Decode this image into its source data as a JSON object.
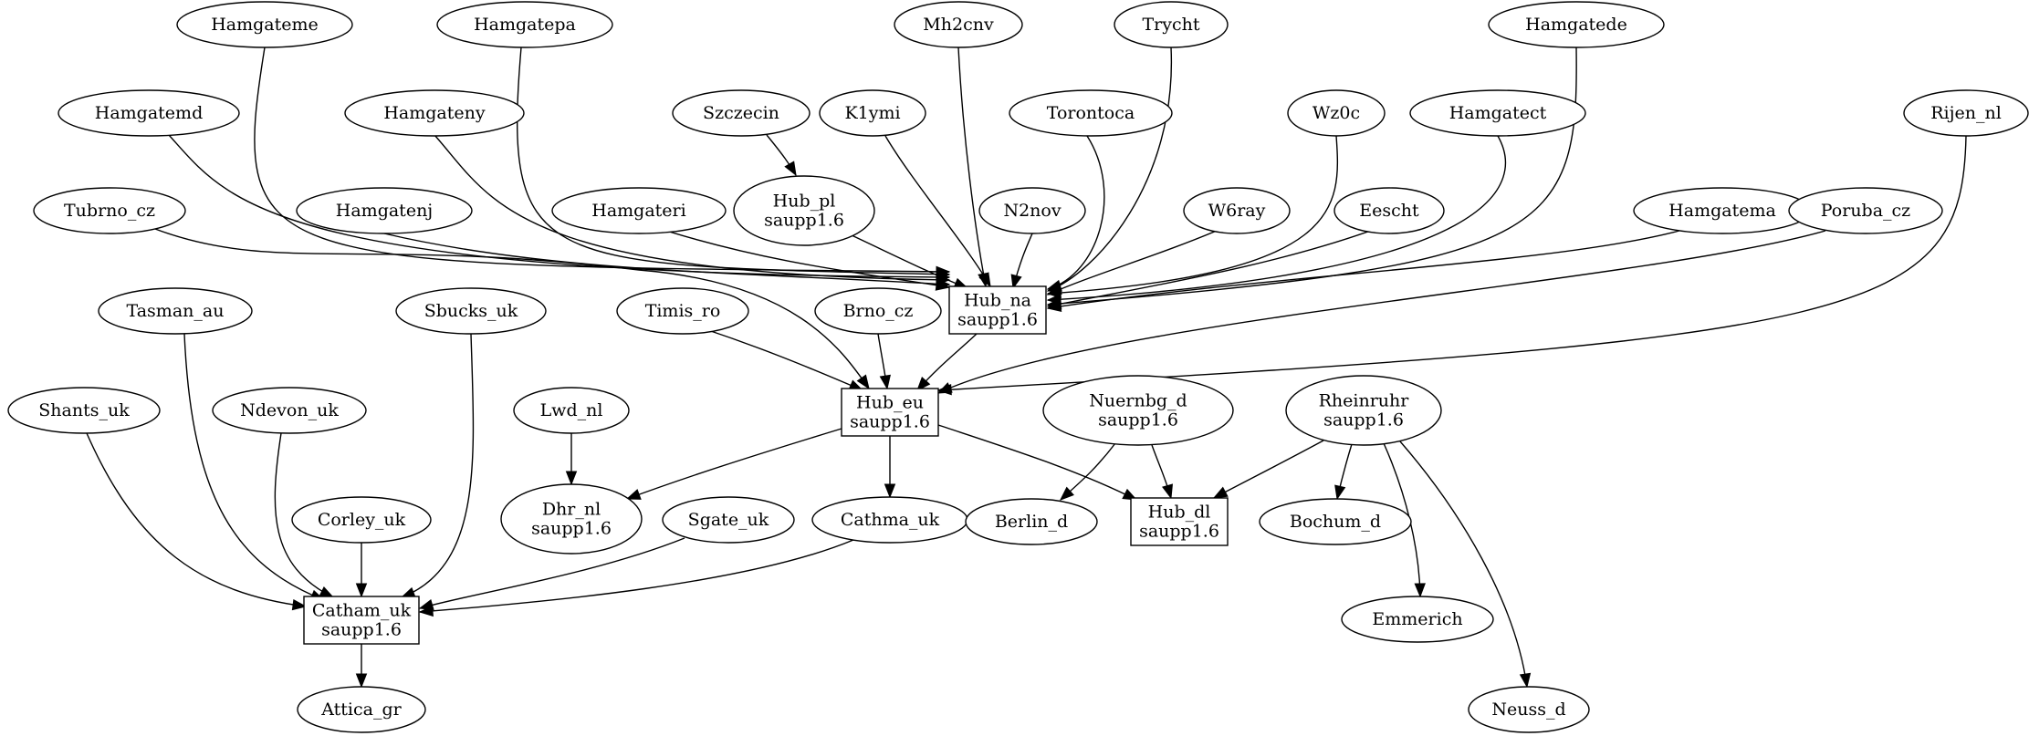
{
  "graph": {
    "kind": "directed-graph",
    "nodes": [
      {
        "id": "hamgateme",
        "shape": "ellipse",
        "lines": [
          "Hamgateme"
        ]
      },
      {
        "id": "hamgatepa",
        "shape": "ellipse",
        "lines": [
          "Hamgatepa"
        ]
      },
      {
        "id": "mh2cnv",
        "shape": "ellipse",
        "lines": [
          "Mh2cnv"
        ]
      },
      {
        "id": "trycht",
        "shape": "ellipse",
        "lines": [
          "Trycht"
        ]
      },
      {
        "id": "hamgatede",
        "shape": "ellipse",
        "lines": [
          "Hamgatede"
        ]
      },
      {
        "id": "hamgatemd",
        "shape": "ellipse",
        "lines": [
          "Hamgatemd"
        ]
      },
      {
        "id": "hamgateny",
        "shape": "ellipse",
        "lines": [
          "Hamgateny"
        ]
      },
      {
        "id": "szczecin",
        "shape": "ellipse",
        "lines": [
          "Szczecin"
        ]
      },
      {
        "id": "k1ymi",
        "shape": "ellipse",
        "lines": [
          "K1ymi"
        ]
      },
      {
        "id": "torontoca",
        "shape": "ellipse",
        "lines": [
          "Torontoca"
        ]
      },
      {
        "id": "wz0c",
        "shape": "ellipse",
        "lines": [
          "Wz0c"
        ]
      },
      {
        "id": "hamgatect",
        "shape": "ellipse",
        "lines": [
          "Hamgatect"
        ]
      },
      {
        "id": "rijen_nl",
        "shape": "ellipse",
        "lines": [
          "Rijen_nl"
        ]
      },
      {
        "id": "tubrno_cz",
        "shape": "ellipse",
        "lines": [
          "Tubrno_cz"
        ]
      },
      {
        "id": "hamgatenj",
        "shape": "ellipse",
        "lines": [
          "Hamgatenj"
        ]
      },
      {
        "id": "hamgateri",
        "shape": "ellipse",
        "lines": [
          "Hamgateri"
        ]
      },
      {
        "id": "hub_pl",
        "shape": "ellipse",
        "lines": [
          "Hub_pl",
          "saupp1.6"
        ]
      },
      {
        "id": "n2nov",
        "shape": "ellipse",
        "lines": [
          "N2nov"
        ]
      },
      {
        "id": "w6ray",
        "shape": "ellipse",
        "lines": [
          "W6ray"
        ]
      },
      {
        "id": "eescht",
        "shape": "ellipse",
        "lines": [
          "Eescht"
        ]
      },
      {
        "id": "hamgatema",
        "shape": "ellipse",
        "lines": [
          "Hamgatema"
        ]
      },
      {
        "id": "poruba_cz",
        "shape": "ellipse",
        "lines": [
          "Poruba_cz"
        ]
      },
      {
        "id": "hub_na",
        "shape": "box",
        "lines": [
          "Hub_na",
          "saupp1.6"
        ]
      },
      {
        "id": "tasman_au",
        "shape": "ellipse",
        "lines": [
          "Tasman_au"
        ]
      },
      {
        "id": "sbucks_uk",
        "shape": "ellipse",
        "lines": [
          "Sbucks_uk"
        ]
      },
      {
        "id": "timis_ro",
        "shape": "ellipse",
        "lines": [
          "Timis_ro"
        ]
      },
      {
        "id": "brno_cz",
        "shape": "ellipse",
        "lines": [
          "Brno_cz"
        ]
      },
      {
        "id": "shants_uk",
        "shape": "ellipse",
        "lines": [
          "Shants_uk"
        ]
      },
      {
        "id": "ndevon_uk",
        "shape": "ellipse",
        "lines": [
          "Ndevon_uk"
        ]
      },
      {
        "id": "lwd_nl",
        "shape": "ellipse",
        "lines": [
          "Lwd_nl"
        ]
      },
      {
        "id": "hub_eu",
        "shape": "box",
        "lines": [
          "Hub_eu",
          "saupp1.6"
        ]
      },
      {
        "id": "nuernbg_d",
        "shape": "ellipse",
        "lines": [
          "Nuernbg_d",
          "saupp1.6"
        ]
      },
      {
        "id": "rheinruhr",
        "shape": "ellipse",
        "lines": [
          "Rheinruhr",
          "saupp1.6"
        ]
      },
      {
        "id": "corley_uk",
        "shape": "ellipse",
        "lines": [
          "Corley_uk"
        ]
      },
      {
        "id": "dhr_nl",
        "shape": "ellipse",
        "lines": [
          "Dhr_nl",
          "saupp1.6"
        ]
      },
      {
        "id": "sgate_uk",
        "shape": "ellipse",
        "lines": [
          "Sgate_uk"
        ]
      },
      {
        "id": "cathma_uk",
        "shape": "ellipse",
        "lines": [
          "Cathma_uk"
        ]
      },
      {
        "id": "berlin_d",
        "shape": "ellipse",
        "lines": [
          "Berlin_d"
        ]
      },
      {
        "id": "hub_dl",
        "shape": "box",
        "lines": [
          "Hub_dl",
          "saupp1.6"
        ]
      },
      {
        "id": "bochum_d",
        "shape": "ellipse",
        "lines": [
          "Bochum_d"
        ]
      },
      {
        "id": "catham_uk",
        "shape": "box",
        "lines": [
          "Catham_uk",
          "saupp1.6"
        ]
      },
      {
        "id": "emmerich",
        "shape": "ellipse",
        "lines": [
          "Emmerich"
        ]
      },
      {
        "id": "attica_gr",
        "shape": "ellipse",
        "lines": [
          "Attica_gr"
        ]
      },
      {
        "id": "neuss_d",
        "shape": "ellipse",
        "lines": [
          "Neuss_d"
        ]
      }
    ],
    "edges": [
      {
        "from": "hamgateme",
        "to": "hub_na"
      },
      {
        "from": "hamgatepa",
        "to": "hub_na"
      },
      {
        "from": "mh2cnv",
        "to": "hub_na"
      },
      {
        "from": "trycht",
        "to": "hub_na"
      },
      {
        "from": "hamgatede",
        "to": "hub_na"
      },
      {
        "from": "hamgatemd",
        "to": "hub_na"
      },
      {
        "from": "hamgateny",
        "to": "hub_na"
      },
      {
        "from": "szczecin",
        "to": "hub_pl"
      },
      {
        "from": "k1ymi",
        "to": "hub_na"
      },
      {
        "from": "torontoca",
        "to": "hub_na"
      },
      {
        "from": "wz0c",
        "to": "hub_na"
      },
      {
        "from": "hamgatect",
        "to": "hub_na"
      },
      {
        "from": "rijen_nl",
        "to": "hub_eu"
      },
      {
        "from": "tubrno_cz",
        "to": "hub_eu"
      },
      {
        "from": "hamgatenj",
        "to": "hub_na"
      },
      {
        "from": "hamgateri",
        "to": "hub_na"
      },
      {
        "from": "hub_pl",
        "to": "hub_na"
      },
      {
        "from": "n2nov",
        "to": "hub_na"
      },
      {
        "from": "w6ray",
        "to": "hub_na"
      },
      {
        "from": "eescht",
        "to": "hub_na"
      },
      {
        "from": "hamgatema",
        "to": "hub_na"
      },
      {
        "from": "poruba_cz",
        "to": "hub_eu"
      },
      {
        "from": "hub_na",
        "to": "hub_eu"
      },
      {
        "from": "tasman_au",
        "to": "catham_uk"
      },
      {
        "from": "sbucks_uk",
        "to": "catham_uk"
      },
      {
        "from": "timis_ro",
        "to": "hub_eu"
      },
      {
        "from": "brno_cz",
        "to": "hub_eu"
      },
      {
        "from": "shants_uk",
        "to": "catham_uk"
      },
      {
        "from": "ndevon_uk",
        "to": "catham_uk"
      },
      {
        "from": "lwd_nl",
        "to": "dhr_nl"
      },
      {
        "from": "hub_eu",
        "to": "dhr_nl"
      },
      {
        "from": "hub_eu",
        "to": "cathma_uk"
      },
      {
        "from": "hub_eu",
        "to": "hub_dl"
      },
      {
        "from": "nuernbg_d",
        "to": "berlin_d"
      },
      {
        "from": "nuernbg_d",
        "to": "hub_dl"
      },
      {
        "from": "rheinruhr",
        "to": "hub_dl"
      },
      {
        "from": "rheinruhr",
        "to": "bochum_d"
      },
      {
        "from": "rheinruhr",
        "to": "emmerich"
      },
      {
        "from": "rheinruhr",
        "to": "neuss_d"
      },
      {
        "from": "corley_uk",
        "to": "catham_uk"
      },
      {
        "from": "sgate_uk",
        "to": "catham_uk"
      },
      {
        "from": "cathma_uk",
        "to": "catham_uk"
      },
      {
        "from": "catham_uk",
        "to": "attica_gr"
      }
    ]
  }
}
